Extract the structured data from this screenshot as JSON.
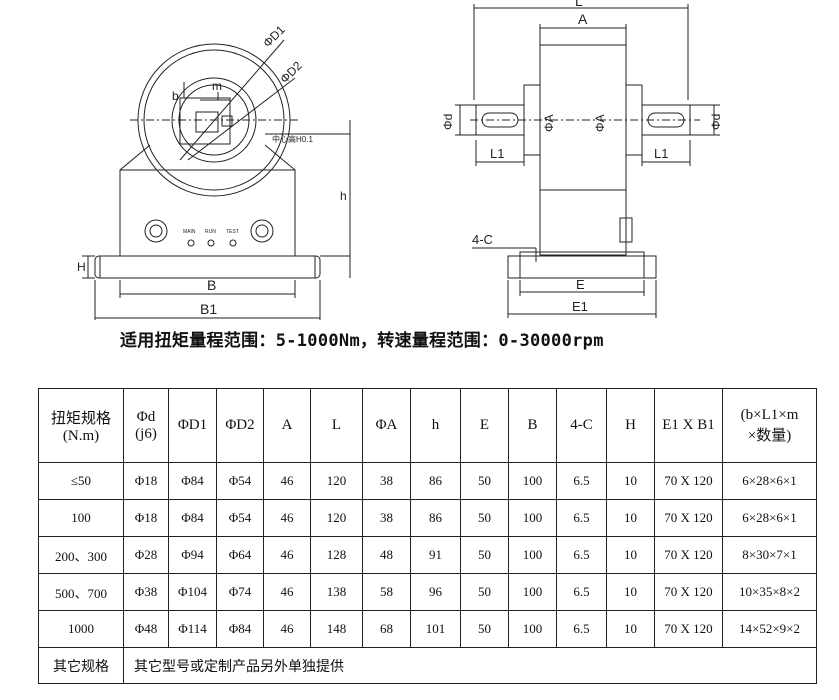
{
  "drawing": {
    "left": {
      "dim_d1": "ΦD1",
      "dim_d2": "ΦD2",
      "dim_b": "b",
      "dim_m": "m",
      "dim_center": "中心高H0.1",
      "dim_h": "h",
      "dim_H": "H",
      "dim_B": "B",
      "dim_B1": "B1",
      "led_labels": [
        "MAIN",
        "RUN",
        "TEST"
      ]
    },
    "right": {
      "dim_L": "L",
      "dim_A": "A",
      "dim_phid_left": "Φd",
      "dim_phiA_left": "ΦA",
      "dim_phiA_right": "ΦA",
      "dim_phid_right": "Φd",
      "dim_L1_left": "L1",
      "dim_L1_right": "L1",
      "dim_4C": "4-C",
      "dim_E": "E",
      "dim_E1": "E1"
    }
  },
  "range_text": "适用扭矩量程范围：5-1000Nm，转速量程范围：0-30000rpm",
  "table": {
    "header_spec": [
      "扭矩规格",
      "(N.m)"
    ],
    "header_d": [
      "Φd",
      "(j6)"
    ],
    "headers": [
      "ΦD1",
      "ΦD2",
      "A",
      "L",
      "ΦA",
      "h",
      "E",
      "B",
      "4-C",
      "H",
      "E1 X B1"
    ],
    "header_last": [
      "(b×L1×m",
      "×数量)"
    ],
    "rows": [
      [
        "≤50",
        "Φ18",
        "Φ84",
        "Φ54",
        "46",
        "120",
        "38",
        "86",
        "50",
        "100",
        "6.5",
        "10",
        "70 X 120",
        "6×28×6×1"
      ],
      [
        "100",
        "Φ18",
        "Φ84",
        "Φ54",
        "46",
        "120",
        "38",
        "86",
        "50",
        "100",
        "6.5",
        "10",
        "70 X 120",
        "6×28×6×1"
      ],
      [
        "200、300",
        "Φ28",
        "Φ94",
        "Φ64",
        "46",
        "128",
        "48",
        "91",
        "50",
        "100",
        "6.5",
        "10",
        "70 X 120",
        "8×30×7×1"
      ],
      [
        "500、700",
        "Φ38",
        "Φ104",
        "Φ74",
        "46",
        "138",
        "58",
        "96",
        "50",
        "100",
        "6.5",
        "10",
        "70 X 120",
        "10×35×8×2"
      ],
      [
        "1000",
        "Φ48",
        "Φ114",
        "Φ84",
        "46",
        "148",
        "68",
        "101",
        "50",
        "100",
        "6.5",
        "10",
        "70 X 120",
        "14×52×9×2"
      ]
    ],
    "footer_label": "其它规格",
    "footer_text": "其它型号或定制产品另外单独提供"
  }
}
